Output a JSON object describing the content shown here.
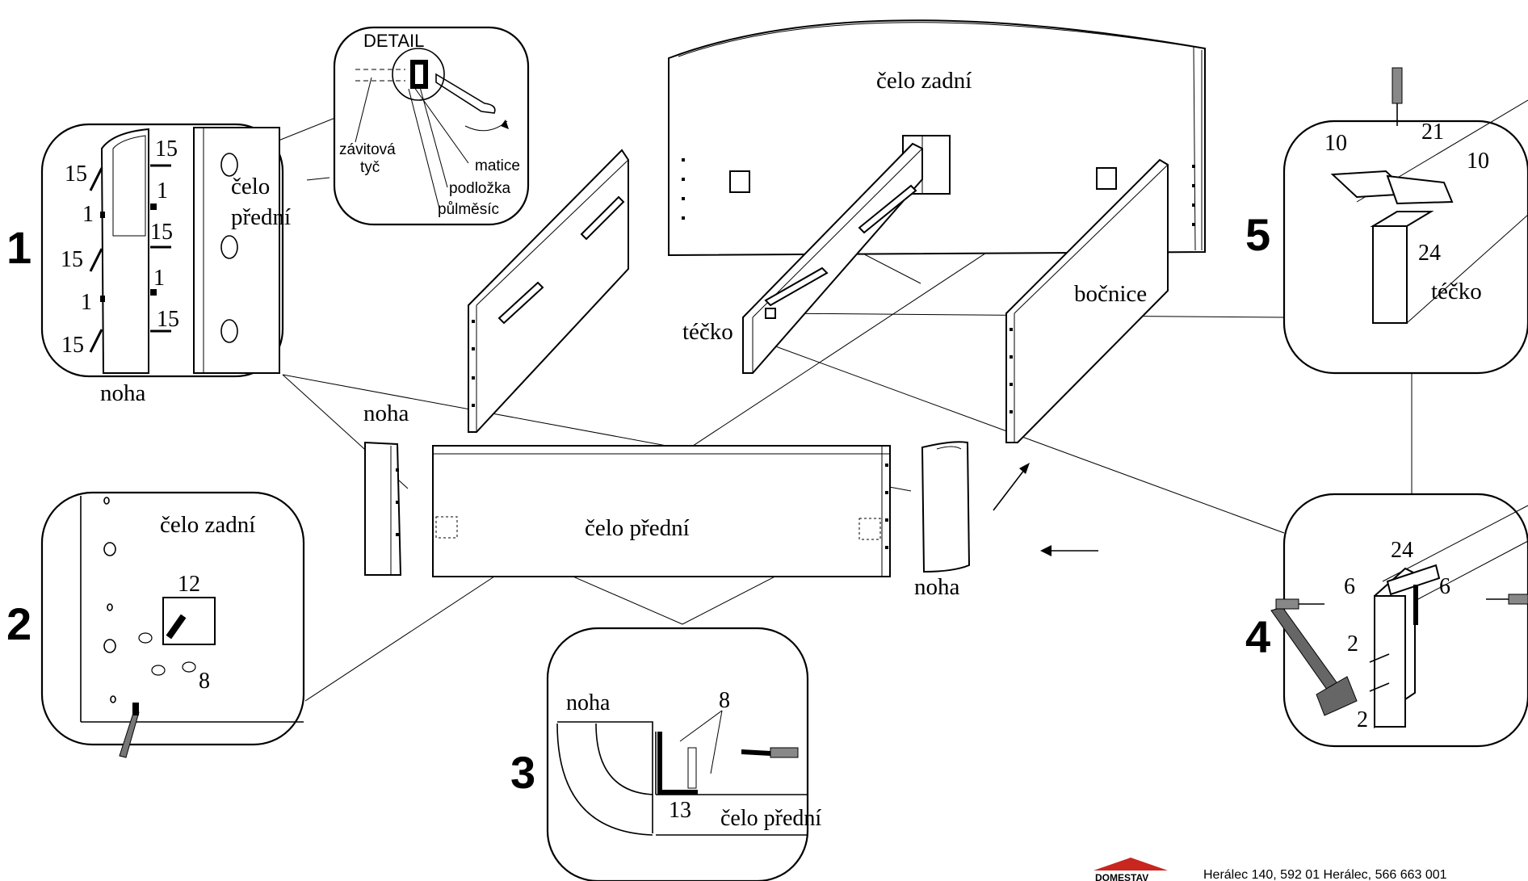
{
  "labels": {
    "back_head": "čelo zadní",
    "front_head": "čelo přední",
    "side": "bočnice",
    "tbeam": "téčko",
    "leg_top": "noha",
    "leg_right": "noha"
  },
  "detail": {
    "title": "DETAIL",
    "threaded_rod_line1": "závitová",
    "threaded_rod_line2": "tyč",
    "nut": "matice",
    "washer": "podložka",
    "half_moon": "půlměsíc"
  },
  "step1": {
    "number": "1",
    "cap_15": "15",
    "cap_1": "1",
    "front_line1": "čelo",
    "front_line2": "přední",
    "leg": "noha"
  },
  "step2": {
    "number": "2",
    "title": "čelo zadní",
    "part_12": "12",
    "part_8": "8"
  },
  "step3": {
    "number": "3",
    "leg": "noha",
    "front": "čelo přední",
    "part_8": "8",
    "part_13": "13"
  },
  "step4": {
    "number": "4",
    "part_24": "24",
    "part_6": "6",
    "part_2": "2"
  },
  "step5": {
    "number": "5",
    "part_10": "10",
    "part_21": "21",
    "part_24": "24",
    "tbeam": "téčko"
  },
  "footer": {
    "logo_text": "DOMESTAV",
    "address": "Herálec 140, 592 01 Herálec, 566 663 001"
  },
  "colors": {
    "logo_red": "#c8261e",
    "ink": "#000000"
  }
}
